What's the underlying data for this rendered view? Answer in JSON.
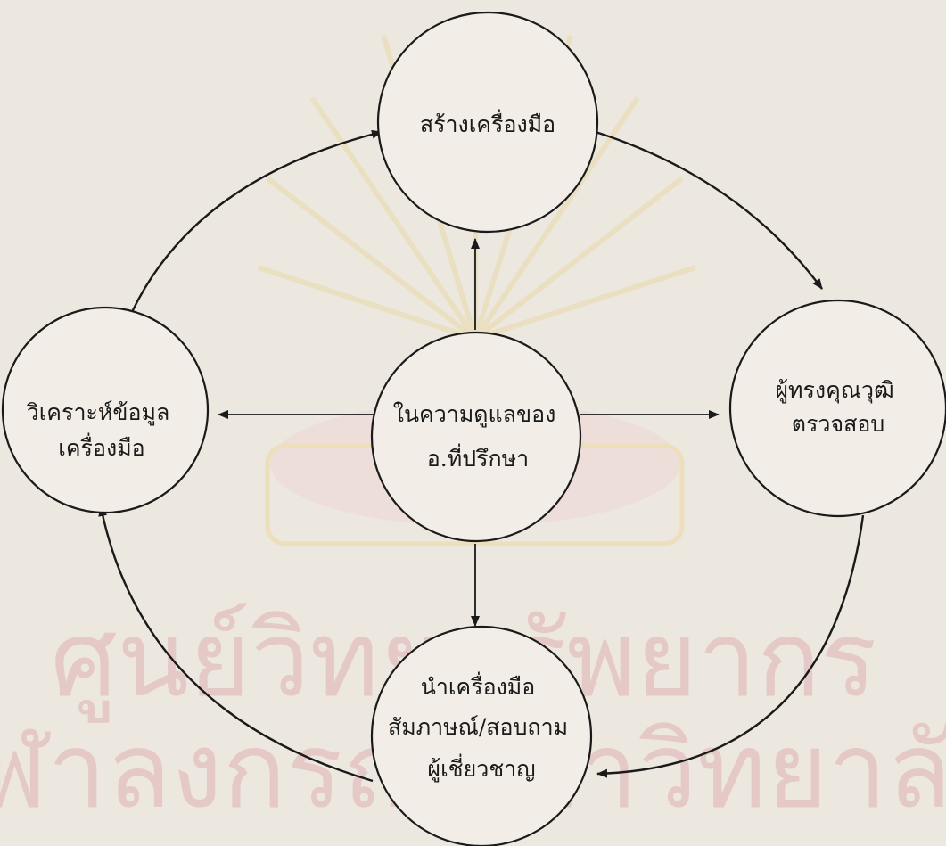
{
  "colors": {
    "background": "#ece7df",
    "ink": "#1a1a1a",
    "watermark": "#d9939c",
    "watermark_light": "#e8d7a6"
  },
  "watermark": {
    "description_icon": "university-seal-icon",
    "line1": "ศูนย์วิทยทรัพยากร",
    "line2": "จุฬาลงกรณ์มหาวิทยาลัย"
  },
  "nodes": {
    "center": {
      "lines": [
        "ในความดูแลของ",
        "อ.ที่ปรึกษา"
      ]
    },
    "top": {
      "lines": [
        "สร้างเครื่องมือ"
      ]
    },
    "right": {
      "lines": [
        "ผู้ทรงคุณวุฒิ",
        "ตรวจสอบ"
      ]
    },
    "bottom": {
      "lines": [
        "นำเครื่องมือ",
        "สัมภาษณ์/สอบถาม",
        "ผู้เชี่ยวชาญ"
      ]
    },
    "left": {
      "lines": [
        "วิเคราะห์ข้อมูล",
        "เครื่องมือ"
      ]
    }
  }
}
